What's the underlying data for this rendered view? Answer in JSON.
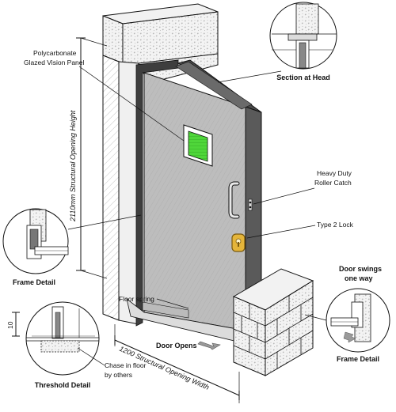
{
  "labels": {
    "vision_panel_1": "Polycarbonate",
    "vision_panel_2": "Glazed Vision Panel",
    "section_at_head": "Section at Head",
    "roller_catch_1": "Heavy Duty",
    "roller_catch_2": "Roller Catch",
    "type2_lock": "Type 2 Lock",
    "frame_detail_left": "Frame Detail",
    "frame_detail_right": "Frame Detail",
    "door_swings_1": "Door swings",
    "door_swings_2": "one way",
    "floor_spring": "Floor spring",
    "door_opens": "Door Opens",
    "threshold_detail": "Threshold Detail",
    "chase_1": "Chase in floor",
    "chase_2": "by others",
    "dim_10": "10",
    "height_dim": "2110mm Structural Opening Height",
    "width_dim": "1200 Structural Opening Width"
  },
  "colors": {
    "door_face": "#b9b9b9",
    "door_edge": "#5a5a5a",
    "glazing": "#4fd63a",
    "lock": "#e5b53a",
    "concrete": "#f2f2f2"
  }
}
